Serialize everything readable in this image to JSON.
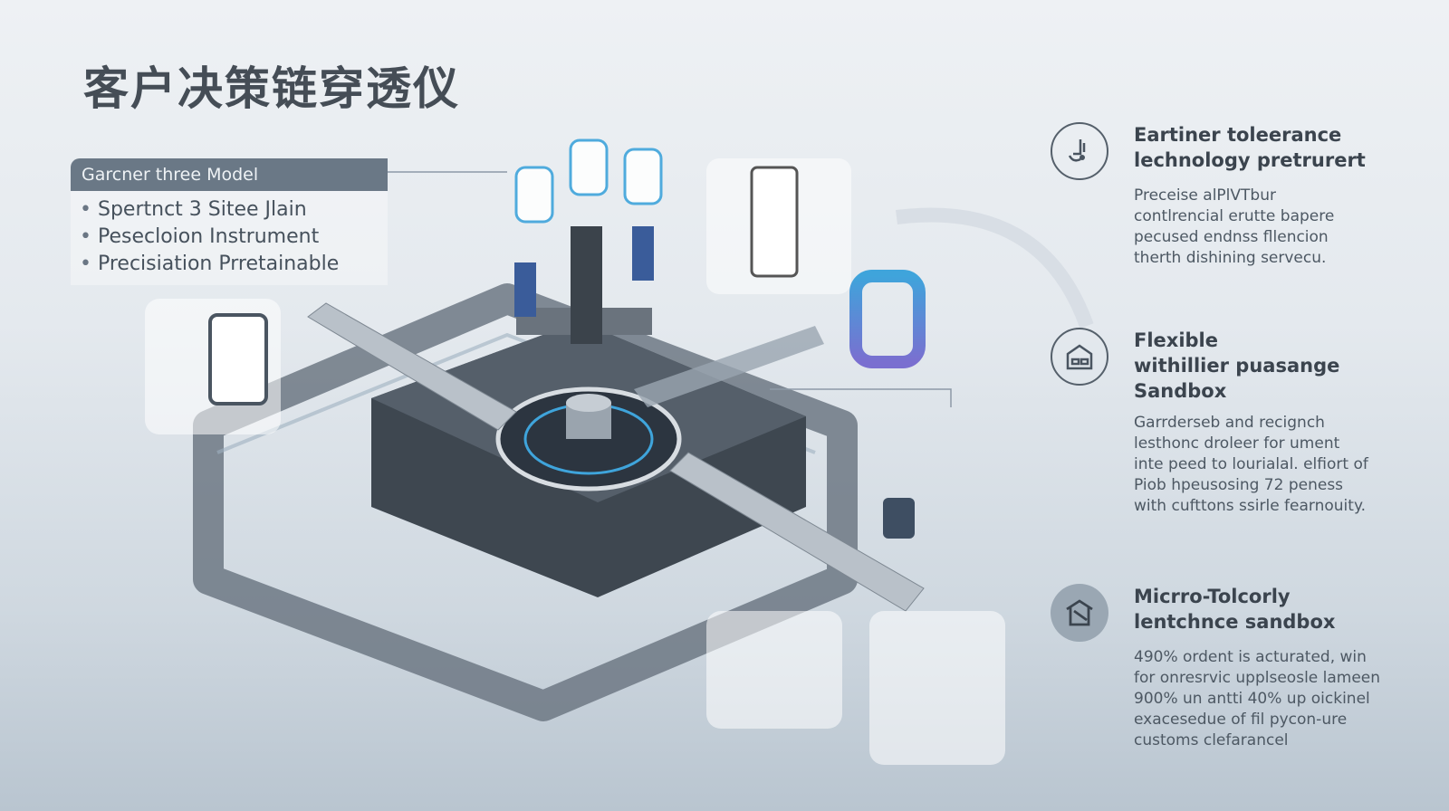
{
  "title": "客户决策链穿透仪",
  "left_panel": {
    "header": "Garcner three Model",
    "items": [
      "Spertnct 3 Sitee Jlain",
      "Pesecloion Instrument",
      "Precisiation Prretainable"
    ]
  },
  "features": [
    {
      "icon": "wheelchair-icon",
      "title": [
        "Eartiner toleerance",
        "lechnology pretrurert"
      ],
      "body": [
        "Preceise alPlVTbur",
        "contlrencial erutte bapere",
        "pecused endnss fllencion",
        "therth  dishining servecu."
      ]
    },
    {
      "icon": "building-icon",
      "title": [
        "Flexible",
        "withillier puasange",
        "Sandbox"
      ],
      "body": [
        "Garrderseb and recignch",
        "lesthonc droleer for ument",
        "inte peed to lourialal. elfiort of",
        "Piob hpeusosing 72 peness",
        "with cufttons ssirle fearnouity."
      ]
    },
    {
      "icon": "house-icon",
      "title": [
        "Micrro-Tolcorly",
        "lentchnce sandbox"
      ],
      "body": [
        "490% ordent is acturated, win",
        "for onresrvic upplseosle lameen",
        "900% un antti 40% up oickinel",
        "exacesedue of fil pycon-ure",
        "customs clefarancel"
      ]
    }
  ],
  "colors": {
    "accent": "#2f8fc8",
    "dark": "#4a5561",
    "panel": "#6a7886"
  }
}
